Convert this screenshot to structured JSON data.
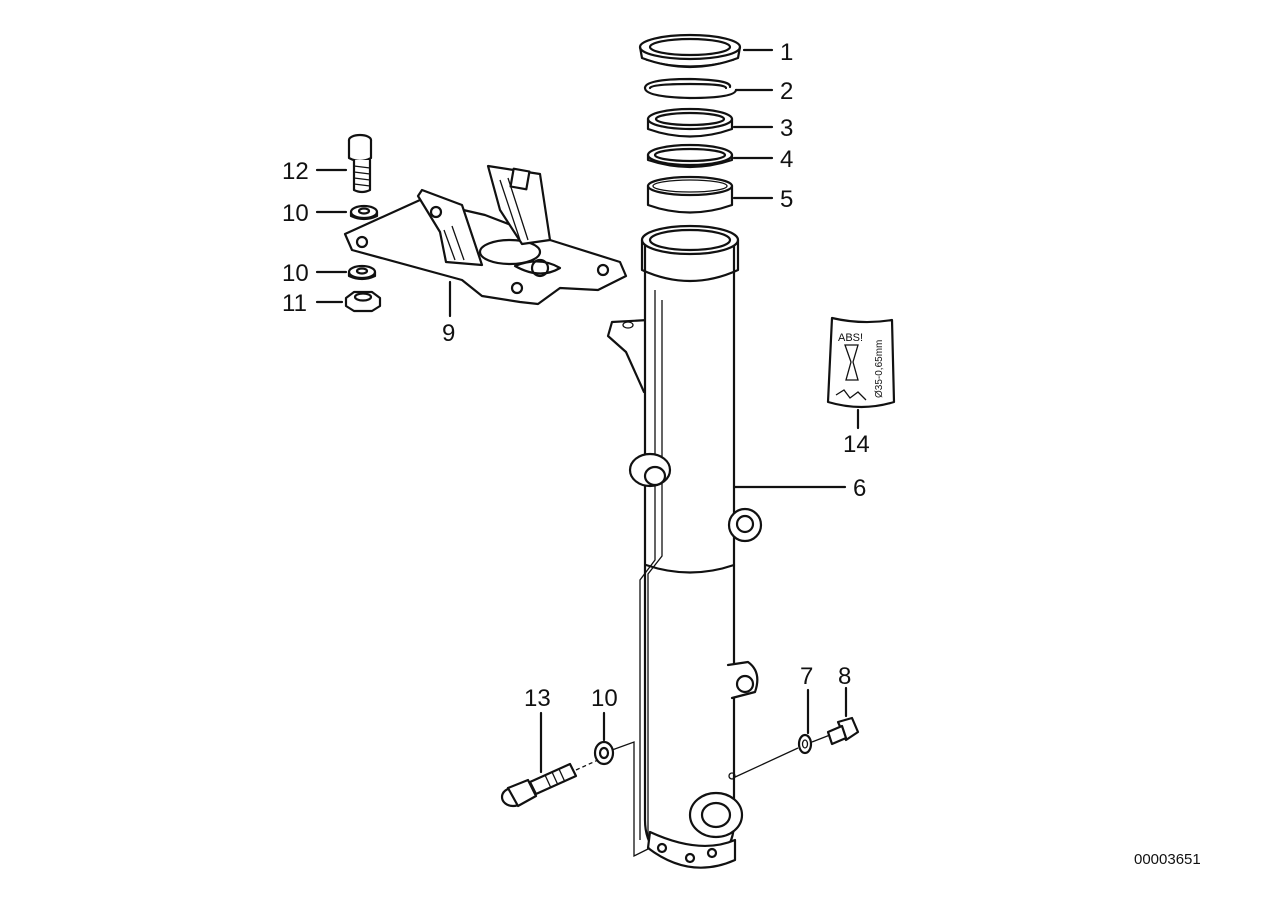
{
  "callouts": {
    "c1": "1",
    "c2": "2",
    "c3": "3",
    "c4": "4",
    "c5": "5",
    "c6": "6",
    "c7": "7",
    "c8": "8",
    "c9": "9",
    "c10a": "10",
    "c10b": "10",
    "c10c": "10",
    "c11": "11",
    "c12": "12",
    "c13": "13",
    "c14": "14"
  },
  "sticker": {
    "text": "ABS!",
    "spec": "Ø35-0,65mm"
  },
  "reference_number": "00003651",
  "colors": {
    "ink": "#111111",
    "background": "#ffffff"
  }
}
